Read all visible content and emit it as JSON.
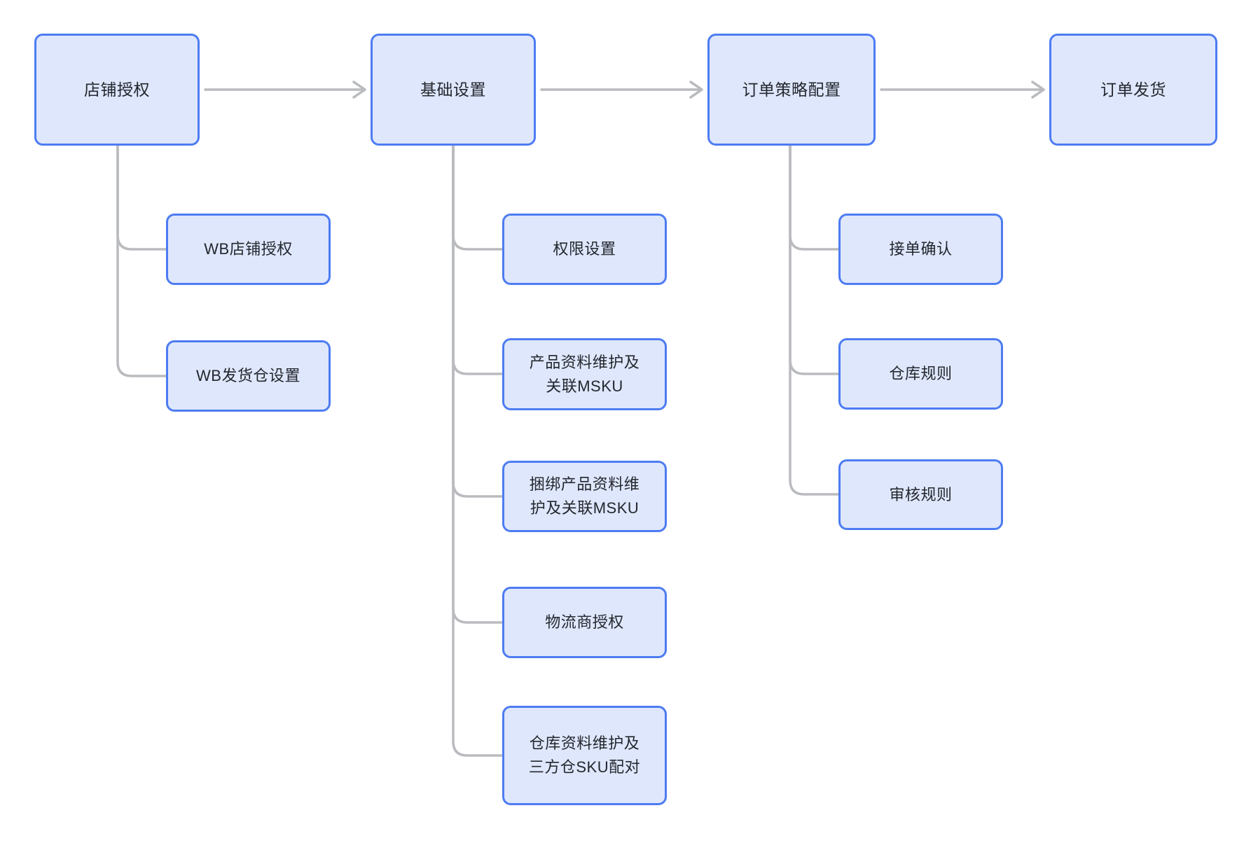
{
  "diagram": {
    "title": "WB order fulfillment setup flow",
    "colors": {
      "node_fill": "#dfe7fc",
      "node_border": "#4d7cf2",
      "connector": "#b9bbbe",
      "text": "#23272e",
      "background": "#ffffff"
    },
    "flow": {
      "stages": [
        {
          "label": "店铺授权",
          "children": [
            {
              "label": "WB店铺授权"
            },
            {
              "label": "WB发货仓设置"
            }
          ]
        },
        {
          "label": "基础设置",
          "children": [
            {
              "label": "权限设置"
            },
            {
              "label": "产品资料维护及\n关联MSKU"
            },
            {
              "label": "捆绑产品资料维\n护及关联MSKU"
            },
            {
              "label": "物流商授权"
            },
            {
              "label": "仓库资料维护及\n三方仓SKU配对"
            }
          ]
        },
        {
          "label": "订单策略配置",
          "children": [
            {
              "label": "接单确认"
            },
            {
              "label": "仓库规则"
            },
            {
              "label": "审核规则"
            }
          ]
        },
        {
          "label": "订单发货",
          "children": []
        }
      ]
    }
  }
}
